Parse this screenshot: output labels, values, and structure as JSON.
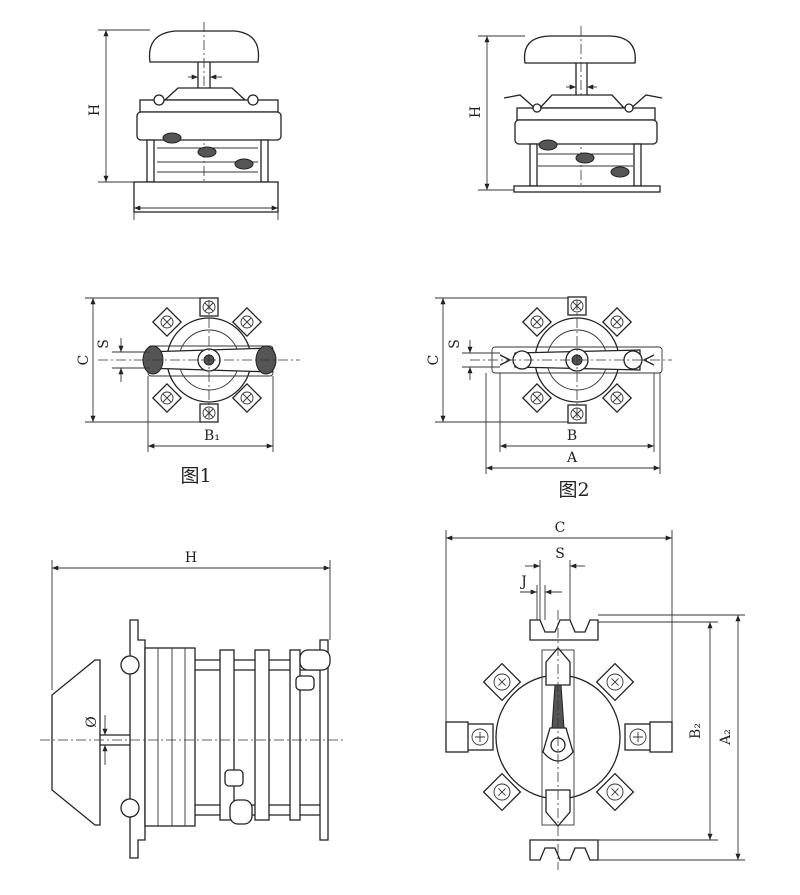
{
  "figures": {
    "fig1": {
      "caption": "图1",
      "labels": {
        "height": "H",
        "side": "C",
        "slot": "S",
        "width": "B₁"
      }
    },
    "fig2": {
      "caption": "图2",
      "labels": {
        "height": "H",
        "side": "C",
        "slot": "S",
        "width": "B",
        "overall": "A"
      }
    },
    "fig3": {
      "labels": {
        "length": "H",
        "shaft": "Ø"
      }
    },
    "fig4": {
      "labels": {
        "width": "C",
        "slot": "S",
        "gap": "J",
        "inner": "B₂",
        "outer": "A₂"
      }
    }
  }
}
